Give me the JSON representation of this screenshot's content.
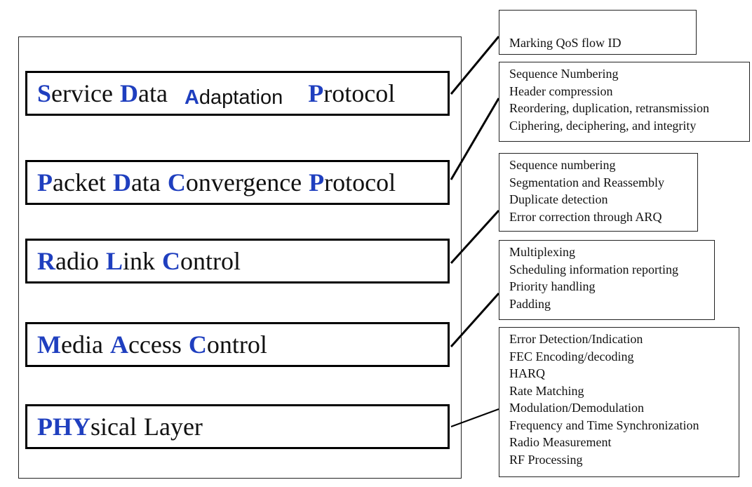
{
  "layers": [
    {
      "id": "sdap",
      "words": [
        {
          "cap": "S",
          "rest": "ervice"
        },
        {
          "cap": "D",
          "rest": "ata"
        },
        {
          "cap": "A",
          "rest": "daptation",
          "patched": true
        },
        {
          "cap": "P",
          "rest": "rotocol"
        }
      ]
    },
    {
      "id": "pdcp",
      "words": [
        {
          "cap": "P",
          "rest": "acket"
        },
        {
          "cap": "D",
          "rest": "ata"
        },
        {
          "cap": "C",
          "rest": "onvergence"
        },
        {
          "cap": "P",
          "rest": "rotocol"
        }
      ]
    },
    {
      "id": "rlc",
      "words": [
        {
          "cap": "R",
          "rest": "adio"
        },
        {
          "cap": "L",
          "rest": "ink"
        },
        {
          "cap": "C",
          "rest": "ontrol"
        }
      ]
    },
    {
      "id": "mac",
      "words": [
        {
          "cap": "M",
          "rest": "edia"
        },
        {
          "cap": "A",
          "rest": "ccess"
        },
        {
          "cap": "C",
          "rest": "ontrol"
        }
      ]
    },
    {
      "id": "phy",
      "words": [
        {
          "cap": "PHY",
          "rest": "sical"
        },
        {
          "cap": "",
          "rest": "Layer"
        }
      ]
    }
  ],
  "functions": {
    "sdap": [
      "Marking QoS flow ID"
    ],
    "pdcp": [
      "Sequence Numbering",
      "Header compression",
      "Reordering, duplication, retransmission",
      "Ciphering, deciphering, and integrity"
    ],
    "rlc": [
      "Sequence numbering",
      "Segmentation and Reassembly",
      "Duplicate detection",
      "Error correction through ARQ"
    ],
    "mac": [
      "Multiplexing",
      "Scheduling information reporting",
      "Priority handling",
      "Padding"
    ],
    "phy": [
      "Error Detection/Indication",
      "FEC Encoding/decoding",
      "HARQ",
      "Rate Matching",
      "Modulation/Demodulation",
      "Frequency and Time Synchronization",
      "Radio Measurement",
      "RF Processing"
    ]
  },
  "colors": {
    "accent_capital": "#1f3fbf",
    "text": "#111111",
    "border": "#000000"
  }
}
